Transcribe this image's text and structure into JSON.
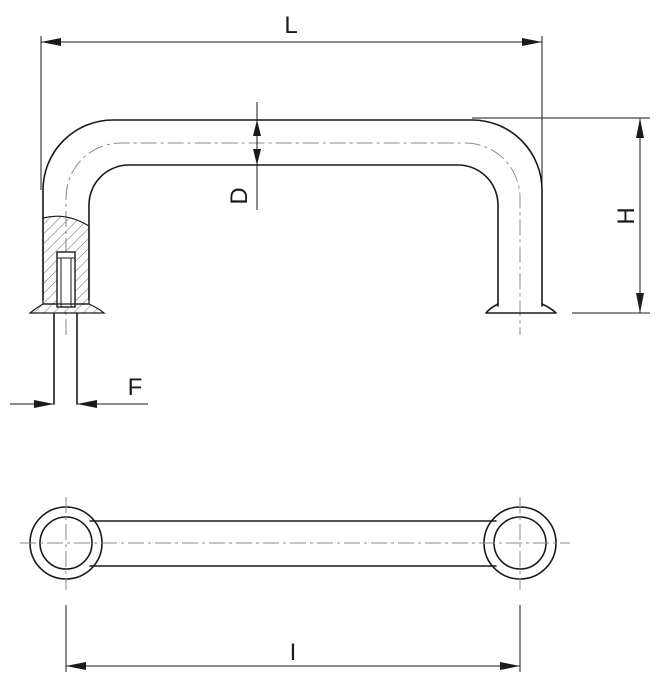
{
  "labels": {
    "L": "L",
    "D": "D",
    "H": "H",
    "F": "F",
    "I": "I"
  }
}
